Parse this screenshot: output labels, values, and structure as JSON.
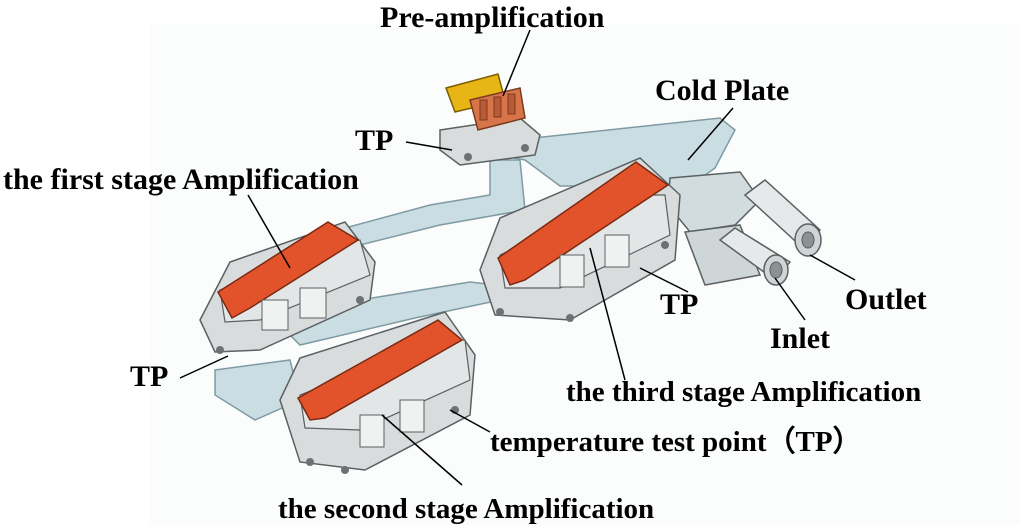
{
  "labels": {
    "pre_amplification": "Pre-amplification",
    "cold_plate": "Cold Plate",
    "tp_top": "TP",
    "first_stage": "the first stage Amplification",
    "tp_left": "TP",
    "tp_right": "TP",
    "outlet": "Outlet",
    "inlet": "Inlet",
    "third_stage": "the third stage Amplification",
    "temperature_test_point": "temperature test point（TP）",
    "second_stage": "the second stage Amplification"
  },
  "colors": {
    "cold_plate": "#c9dde3",
    "cold_plate_edge": "#7f9aa3",
    "module_body": "#d9dcdc",
    "module_edge": "#5b6062",
    "heat_spreader": "#e2522b",
    "pre_amp_yellow": "#e8b516",
    "pre_amp_copper": "#d8744a"
  }
}
